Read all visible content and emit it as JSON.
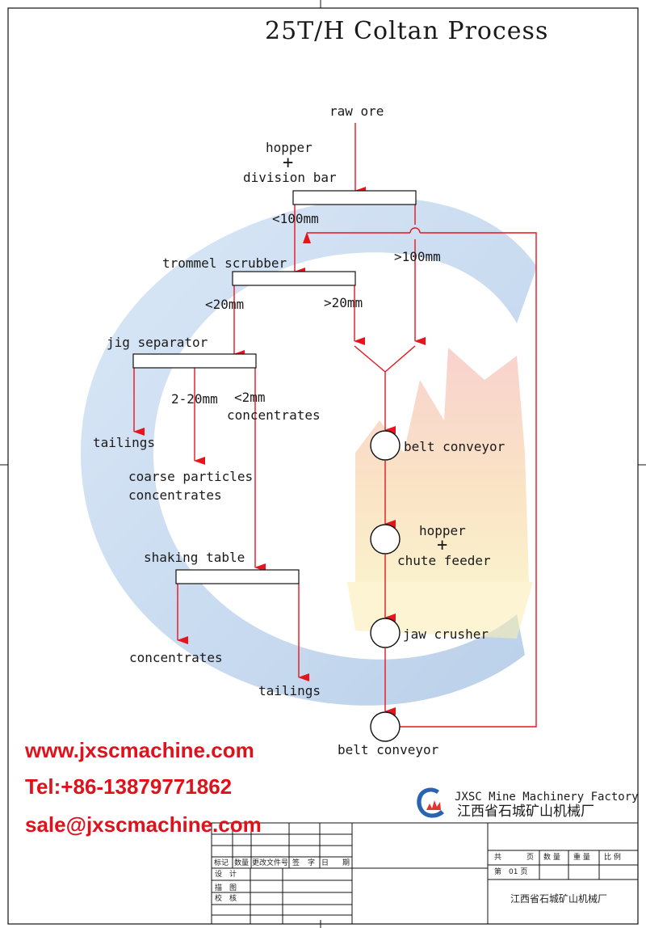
{
  "title": "25T/H Coltan Process",
  "nodes": {
    "raw_ore": "raw ore",
    "hopper_top": "hopper",
    "plus_sign": "+",
    "division_bar": "division bar",
    "lt100": "<100mm",
    "gt100": ">100mm",
    "trommel": "trommel scrubber",
    "lt20": "<20mm",
    "gt20": ">20mm",
    "jig": "jig separator",
    "range_2_20": "2-20mm",
    "lt2": "<2mm",
    "concentrates_jig": "concentrates",
    "tailings_jig": "tailings",
    "coarse_line1": "coarse particles",
    "coarse_line2": "concentrates",
    "belt_conveyor_1": "belt conveyor",
    "hopper_mid": "hopper",
    "chute_feeder": "chute feeder",
    "jaw_crusher": "jaw crusher",
    "belt_conveyor_2": "belt conveyor",
    "shaking_table": "shaking table",
    "concentrates_table": "concentrates",
    "tailings_table": "tailings"
  },
  "contact": {
    "website": "www.jxscmachine.com",
    "tel": "Tel:+86-13879771862",
    "email": "sale@jxscmachine.com"
  },
  "factory": {
    "name_en": "JXSC Mine Machinery Factory",
    "name_cn": "江西省石城矿山机械厂"
  },
  "title_block": {
    "header": [
      "标记",
      "数量",
      "更改文件号",
      "签",
      "字",
      "日",
      "期"
    ],
    "rows": [
      "设　计",
      "描　图",
      "校　核"
    ],
    "right_header": [
      "共",
      "页",
      "数 量",
      "重 量",
      "比 例"
    ],
    "sheet": "第　01 页",
    "company": "江西省石城矿山机械厂"
  },
  "colors": {
    "flow_arrow": "#e8141c",
    "contact_text": "#e0111b",
    "watermark_blue": "#2a64b0",
    "watermark_red": "#e2362c",
    "watermark_yellow": "#f2cf3a"
  }
}
